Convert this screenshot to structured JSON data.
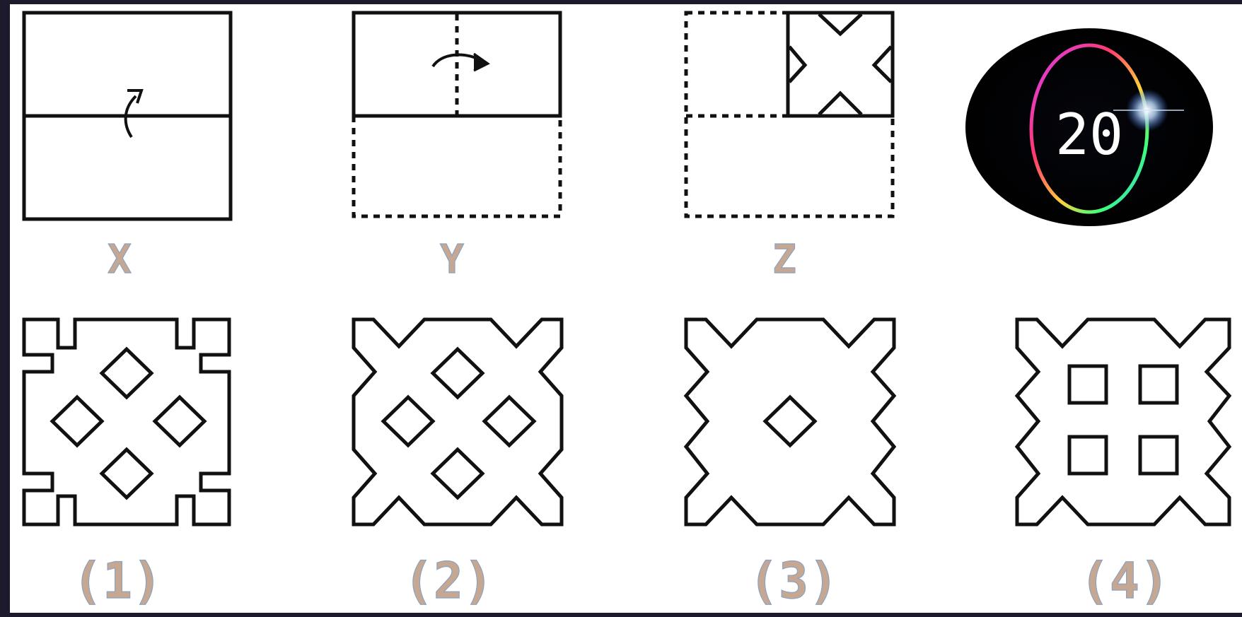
{
  "question": {
    "fold_steps": [
      {
        "label": "X"
      },
      {
        "label": "Y"
      },
      {
        "label": "Z"
      }
    ],
    "options": [
      {
        "label": "(1)"
      },
      {
        "label": "(2)"
      },
      {
        "label": "(3)"
      },
      {
        "label": "(4)"
      }
    ]
  },
  "timer": {
    "value": "20",
    "icon": "stopwatch-ring-icon"
  }
}
